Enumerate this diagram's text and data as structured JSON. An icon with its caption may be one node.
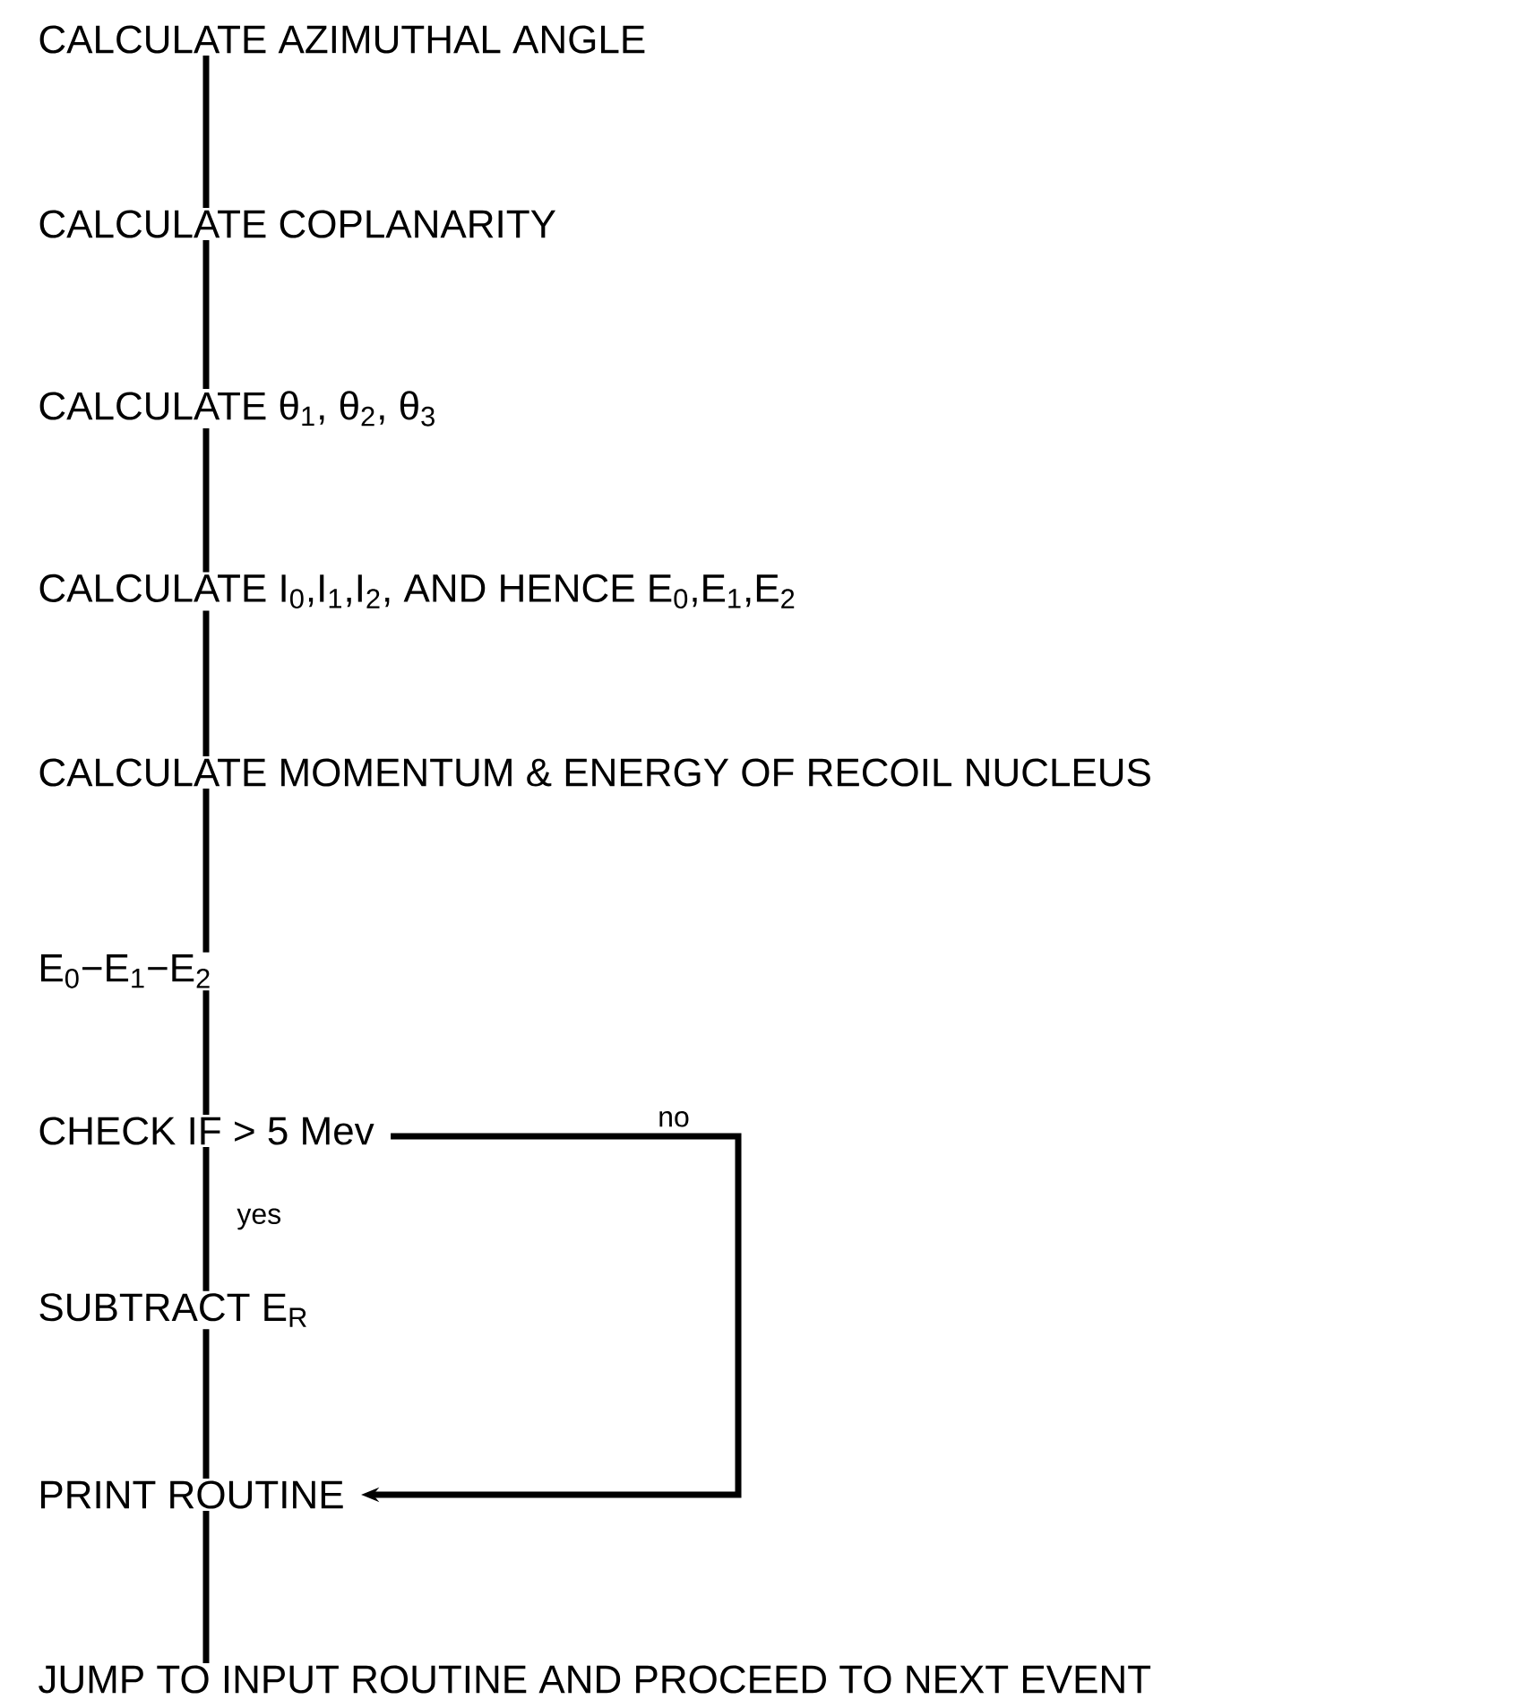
{
  "diagram": {
    "nodes": [
      {
        "text": [
          "CALCULATE AZIMUTHAL ANGLE"
        ]
      },
      {
        "text": [
          "CALCULATE COPLANARITY"
        ]
      },
      {
        "text": [
          "CALCULATE θ$_{1}$, θ$_{2}$, θ$_{3}$"
        ]
      },
      {
        "text": [
          "CALCULATE I$_{0}$,I$_{1}$,I$_{2}$, AND HENCE E$_{0}$,E$_{1}$,E$_{2}$"
        ]
      },
      {
        "text": [
          "CALCULATE MOMENTUM & ENERGY OF RECOIL NUCLEUS"
        ]
      },
      {
        "text": [
          "E$_{0}$−E$_{1}$−E$_{2}$"
        ]
      },
      {
        "text": [
          "CHECK IF > 5 Mev"
        ]
      },
      {
        "text": [
          "SUBTRACT E$_{R}$"
        ]
      },
      {
        "text": [
          "PRINT ROUTINE"
        ]
      },
      {
        "text": [
          "JUMP TO INPUT ROUTINE AND PROCEED TO NEXT EVENT"
        ]
      }
    ],
    "edges": [
      {
        "from": 0,
        "to": 1,
        "arrow": "none"
      },
      {
        "from": 1,
        "to": 2,
        "arrow": "none"
      },
      {
        "from": 2,
        "to": 3,
        "arrow": "none"
      },
      {
        "from": 3,
        "to": 4,
        "arrow": "none"
      },
      {
        "from": 4,
        "to": 5,
        "arrow": "none"
      },
      {
        "from": 5,
        "to": 6,
        "arrow": "none"
      },
      {
        "from": 6,
        "to": 7,
        "arrow": "none",
        "label": "yes"
      },
      {
        "from": 7,
        "to": 8,
        "arrow": "none"
      },
      {
        "from": 6,
        "to": 8,
        "arrow": "to",
        "label": "no"
      },
      {
        "from": 8,
        "to": 9,
        "arrow": "none"
      }
    ]
  }
}
